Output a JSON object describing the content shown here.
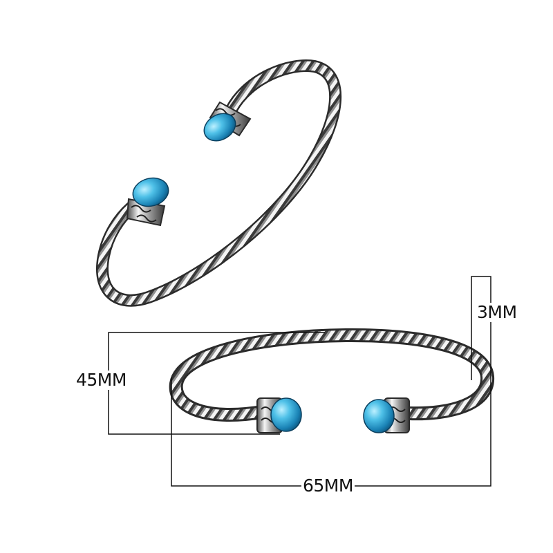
{
  "dimensions": {
    "height_label": "45MM",
    "width_label": "65MM",
    "thickness_label": "3MM"
  },
  "colors": {
    "background": "#ffffff",
    "silver_light": "#f2f2f2",
    "silver_mid": "#a8a8a8",
    "silver_dark": "#2e2e2e",
    "gem_light": "#7fd6ef",
    "gem_mid": "#2a9fd0",
    "gem_dark": "#0b5c86",
    "dimension_line": "#111111"
  },
  "product": {
    "views": [
      "top-view-bracelet",
      "front-view-bracelet"
    ],
    "material": "twisted-cable-silver",
    "stone": "blue-cabochon"
  }
}
